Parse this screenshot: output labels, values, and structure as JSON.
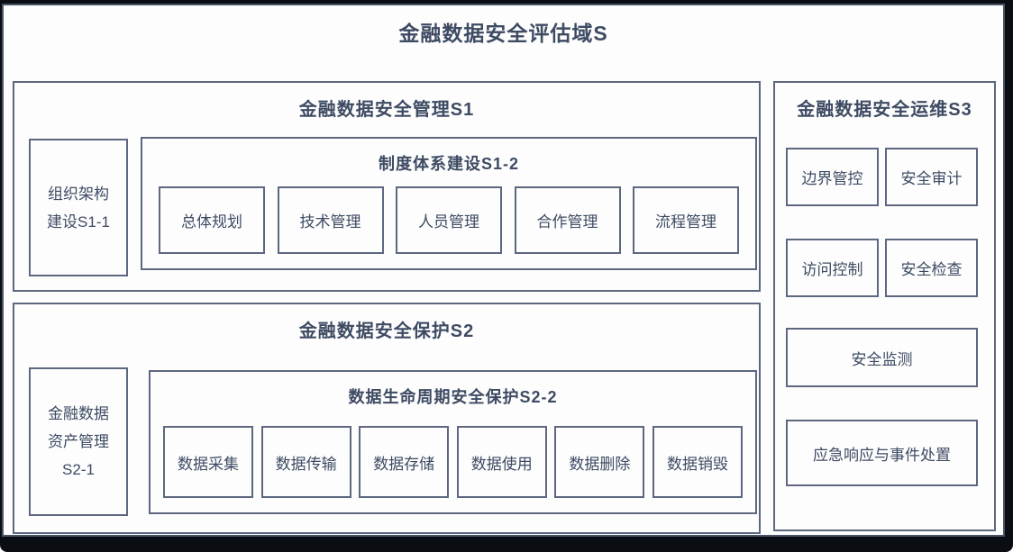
{
  "title": "金融数据安全评估域S",
  "colors": {
    "box_border": "#5d6880",
    "sheet_border": "#4a5365",
    "text": "#3e4b63",
    "frame": "#0a0d12",
    "background": "#fdfdfd"
  },
  "s1": {
    "title": "金融数据安全管理S1",
    "side": {
      "line1": "组织架构",
      "line2": "建设S1-1"
    },
    "sub": {
      "title": "制度体系建设S1-2",
      "items": [
        "总体规划",
        "技术管理",
        "人员管理",
        "合作管理",
        "流程管理"
      ]
    }
  },
  "s2": {
    "title": "金融数据安全保护S2",
    "side": {
      "line1": "金融数据",
      "line2": "资产管理",
      "line3": "S2-1"
    },
    "sub": {
      "title": "数据生命周期安全保护S2-2",
      "items": [
        "数据采集",
        "数据传输",
        "数据存储",
        "数据使用",
        "数据删除",
        "数据销毁"
      ]
    }
  },
  "s3": {
    "title": "金融数据安全运维S3",
    "grid": [
      "边界管控",
      "安全审计",
      "访问控制",
      "安全检查"
    ],
    "wide": [
      "安全监测",
      "应急响应与事件处置"
    ]
  }
}
